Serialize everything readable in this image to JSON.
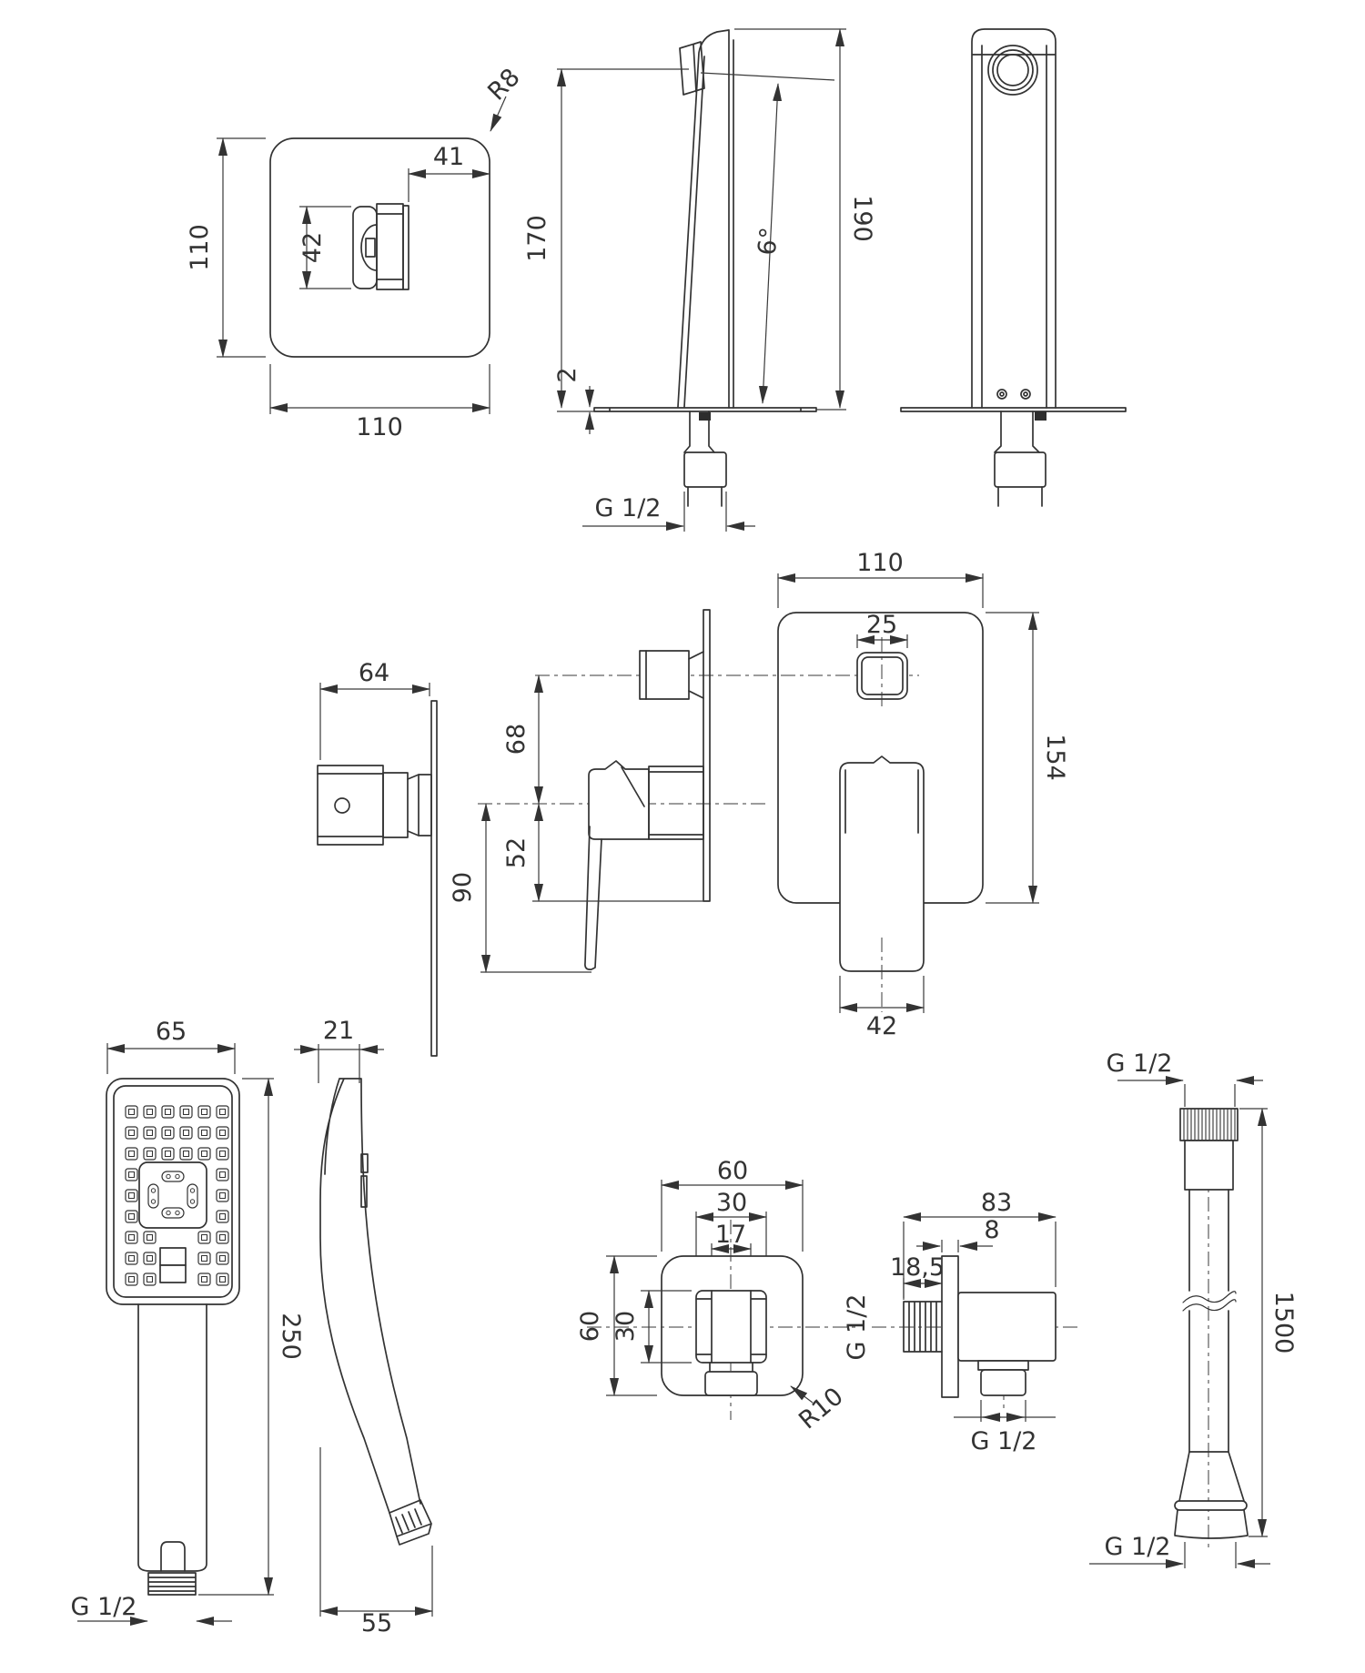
{
  "drawing": {
    "background": "#ffffff",
    "line_color": "#333333",
    "views": {
      "spout_plate_front": {
        "height": "110",
        "width": "110",
        "corner_radius": "R8",
        "spout_to_edge": "41",
        "spout_height": "42"
      },
      "spout_side": {
        "spout_height": "170",
        "plate_thickness": "2",
        "tilt_angle": "6°",
        "thread": "G 1/2"
      },
      "spout_front": {
        "total_height": "190"
      },
      "mixer_side": {
        "body_depth": "64"
      },
      "mixer_section": {
        "diverter_offset": "68",
        "plate_below_axis": "52",
        "handle_drop": "90"
      },
      "mixer_front": {
        "plate_width": "110",
        "diverter_size": "25",
        "plate_height": "154",
        "handle_width": "42"
      },
      "handshower_front": {
        "head_width": "65",
        "total_length": "250",
        "thread": "G 1/2"
      },
      "handshower_side": {
        "head_depth": "21",
        "tip_offset": "55"
      },
      "elbow_front": {
        "width": "60",
        "fitting_width": "30",
        "nut_width": "17",
        "height": "60",
        "fitting_height": "30",
        "corner_radius": "R10"
      },
      "elbow_side": {
        "total_depth": "83",
        "flange_thickness": "8",
        "inlet_length": "18,5",
        "inlet_thread": "G 1/2",
        "outlet_thread": "G 1/2"
      },
      "hose": {
        "nut_thread": "G 1/2",
        "length": "1500",
        "end_thread": "G 1/2"
      }
    }
  }
}
